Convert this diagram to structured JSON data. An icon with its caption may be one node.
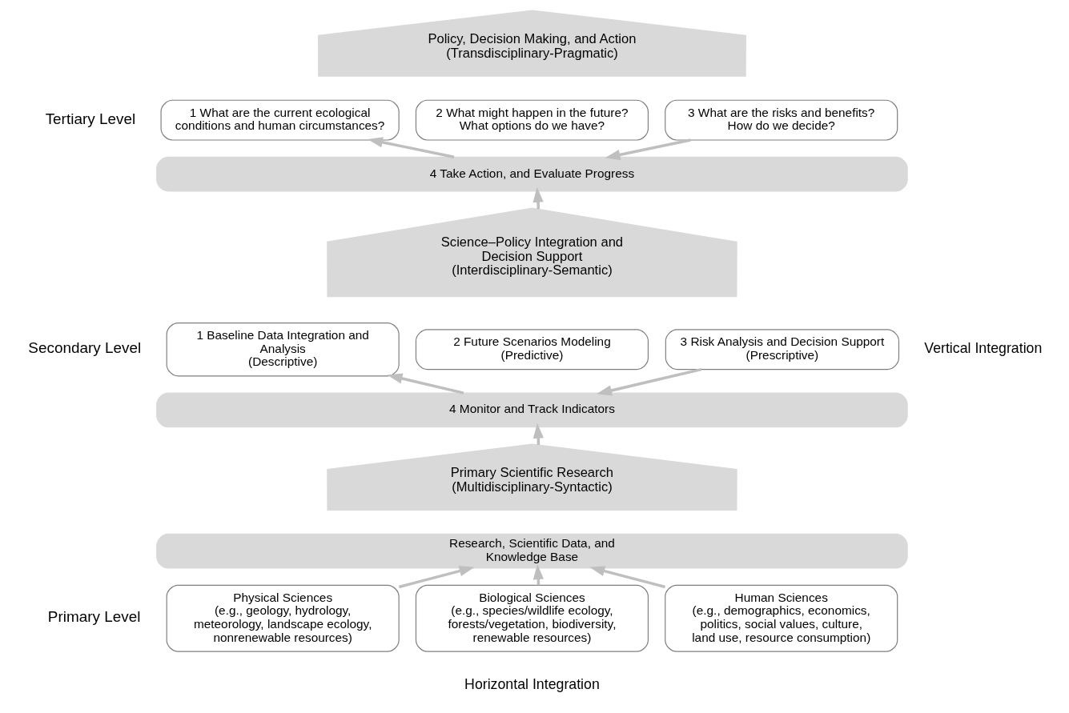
{
  "diagram": {
    "nodes": [
      {
        "text": [
          "Policy, Decision Making, and Action",
          "(Transdisciplinary-Pragmatic)"
        ]
      },
      {
        "text": [
          "1 What are the current ecological conditions and human circumstances?"
        ]
      },
      {
        "text": [
          "2 What might happen in the future? What options do we have?"
        ]
      },
      {
        "text": [
          "3 What are the risks and benefits? How do we decide?"
        ]
      },
      {
        "text": [
          "4 Take Action, and Evaluate Progress"
        ]
      },
      {
        "text": [
          "Science–Policy Integration and Decision Support",
          "(Interdisciplinary-Semantic)"
        ]
      },
      {
        "text": [
          "1 Baseline Data Integration and Analysis",
          "(Descriptive)"
        ]
      },
      {
        "text": [
          "2 Future Scenarios Modeling",
          "(Predictive)"
        ]
      },
      {
        "text": [
          "3 Risk Analysis and Decision Support",
          "(Prescriptive)"
        ]
      },
      {
        "text": [
          "4 Monitor and Track Indicators"
        ]
      },
      {
        "text": [
          "Primary Scientific Research",
          "(Multidisciplinary-Syntactic)"
        ]
      },
      {
        "text": [
          "Research, Scientific Data, and Knowledge Base"
        ]
      },
      {
        "text": [
          "Physical Sciences",
          "(e.g., geology, hydrology, meteorology, landscape ecology, nonrenewable resources)"
        ]
      },
      {
        "text": [
          "Biological Sciences",
          "(e.g., species/wildlife ecology, forests/vegetation, biodiversity, renewable resources)"
        ]
      },
      {
        "text": [
          "Human Sciences",
          "(e.g., demographics, economics, politics, social values, culture, land use, resource consumption)"
        ]
      }
    ],
    "edges": [
      {
        "from": 12,
        "to": 11,
        "arrow": "to"
      },
      {
        "from": 13,
        "to": 11,
        "arrow": "to"
      },
      {
        "from": 14,
        "to": 11,
        "arrow": "to"
      },
      {
        "from": 10,
        "to": 9,
        "arrow": "to"
      },
      {
        "from": 9,
        "to": 6,
        "arrow": "to"
      },
      {
        "from": 8,
        "to": 9,
        "arrow": "to"
      },
      {
        "from": 5,
        "to": 4,
        "arrow": "to"
      },
      {
        "from": 4,
        "to": 1,
        "arrow": "to"
      },
      {
        "from": 3,
        "to": 4,
        "arrow": "to"
      }
    ],
    "labels": [
      "Tertiary Level",
      "Secondary Level",
      "Primary Level",
      "Vertical Integration",
      "Horizontal Integration"
    ]
  }
}
